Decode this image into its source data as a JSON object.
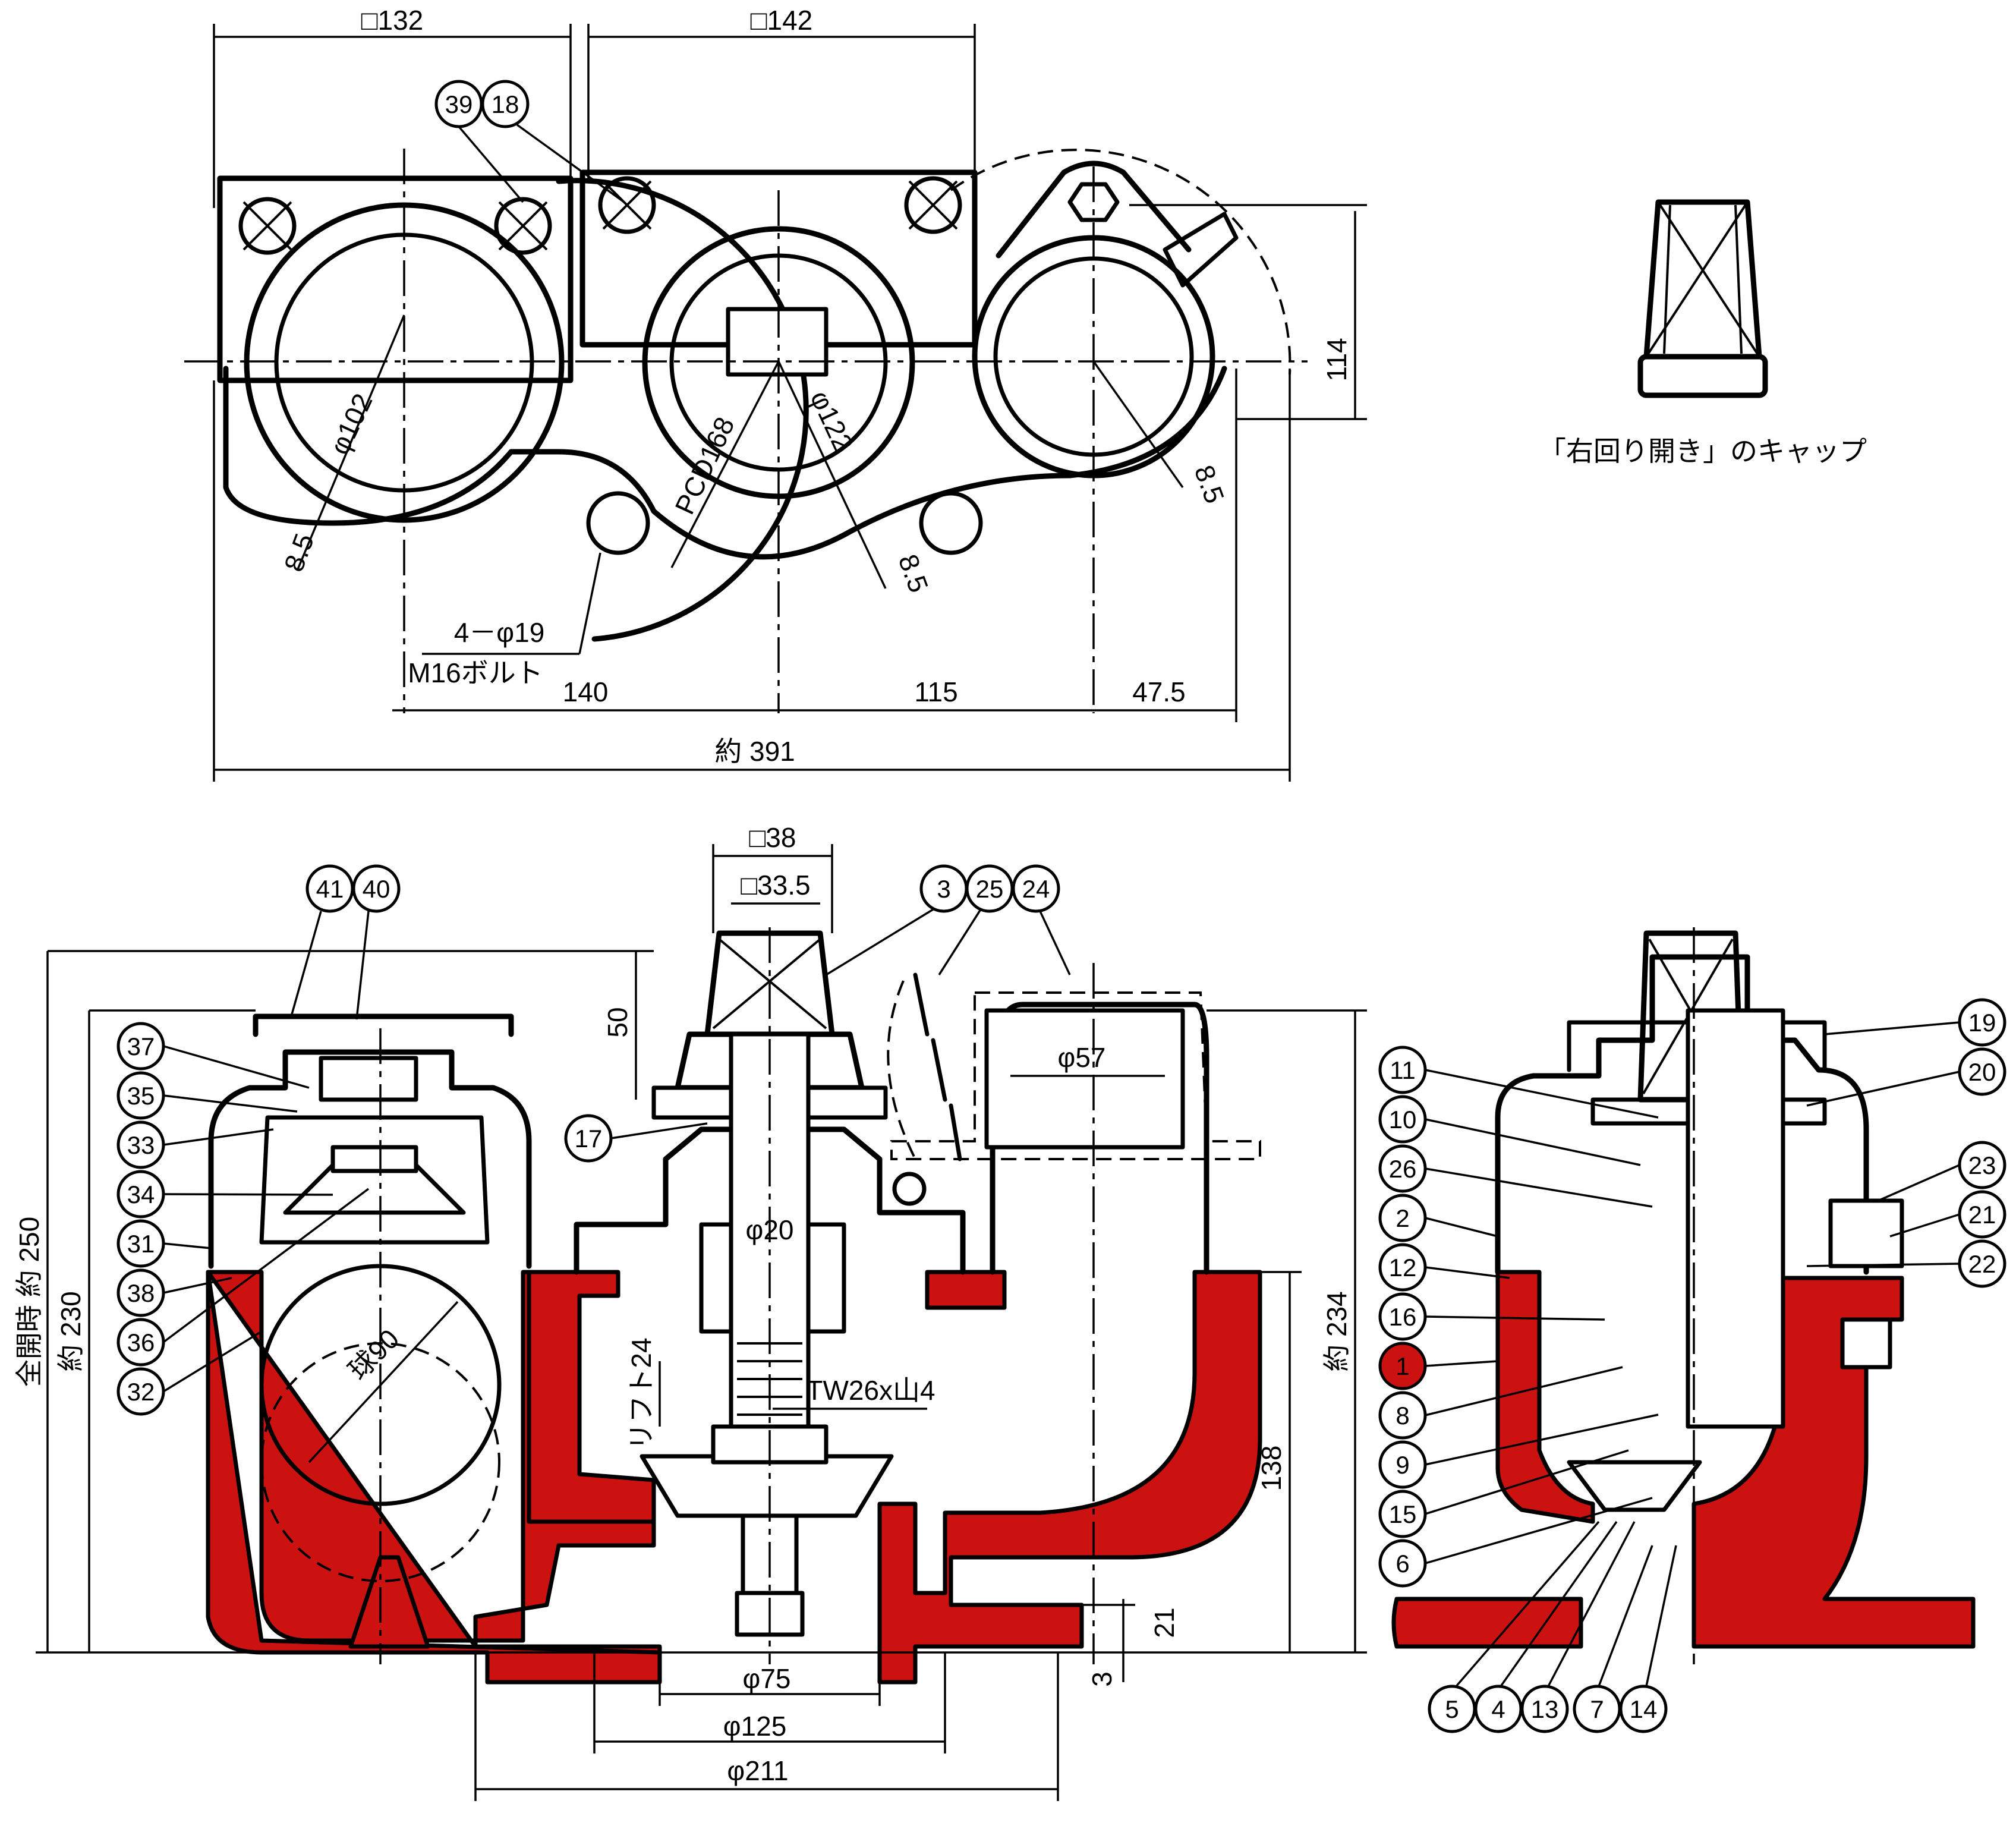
{
  "dimensions": {
    "sq132": "□132",
    "sq142": "□142",
    "d102": "φ102",
    "d122": "φ122",
    "pcd168": "PCD168",
    "t85a": "8.5",
    "t85b": "8.5",
    "t85c": "8.5",
    "holes": "4－φ19",
    "bolt": "M16ボルト",
    "h140": "140",
    "h115": "115",
    "h475": "47.5",
    "total391": "約 391",
    "v114": "114",
    "sq38": "□38",
    "sq335": "□33.5",
    "v50": "50",
    "d57": "φ57",
    "d20": "φ20",
    "ball90": "球90",
    "thread": "TW26x山4",
    "lift": "リフト24",
    "fullopen250": "全開時 約 250",
    "approx230": "約 230",
    "approx234": "約 234",
    "v138": "138",
    "v21": "21",
    "v3": "3",
    "d75": "φ75",
    "d125": "φ125",
    "d211": "φ211"
  },
  "cap_caption": "「右回り開き」のキャップ",
  "colors": {
    "highlight": "#cc1111",
    "line": "#000000"
  },
  "balloons": {
    "b39": "39",
    "b18": "18",
    "b41": "41",
    "b40": "40",
    "b37": "37",
    "b35": "35",
    "b33": "33",
    "b34": "34",
    "b31": "31",
    "b38": "38",
    "b36": "36",
    "b32": "32",
    "b3": "3",
    "b25": "25",
    "b24": "24",
    "b17": "17",
    "b19": "19",
    "b20": "20",
    "b11": "11",
    "b10": "10",
    "b26": "26",
    "b2": "2",
    "b12": "12",
    "b16": "16",
    "b1": "1",
    "b8": "8",
    "b9": "9",
    "b15": "15",
    "b6": "6",
    "b23": "23",
    "b21": "21",
    "b22": "22",
    "b5": "5",
    "b4": "4",
    "b13": "13",
    "b7": "7",
    "b14": "14"
  }
}
